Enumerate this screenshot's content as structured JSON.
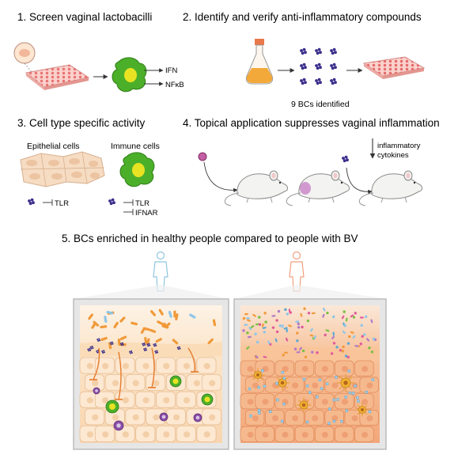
{
  "panels": {
    "p1": {
      "title": "1. Screen vaginal lactobacilli",
      "out1": "IFN",
      "out2": "NFκB"
    },
    "p2": {
      "title": "2. Identify and verify anti-inflammatory compounds",
      "caption": "9 BCs identified"
    },
    "p3": {
      "title": "3. Cell type specific activity",
      "epi": "Epithelial cells",
      "imm": "Immune cells",
      "tlr_epi": "TLR",
      "tlr_imm": "TLR",
      "ifnar": "IFNAR"
    },
    "p4": {
      "title": "4. Topical application suppresses vaginal inflammation",
      "note1": "inflammatory",
      "note2": "cytokines"
    },
    "p5": {
      "title": "5. BCs enriched in healthy people compared to people with BV"
    }
  },
  "colors": {
    "immune_cell": "#4caf2a",
    "nucleus": "#e8e322",
    "compound": "#3b2f8c",
    "plate": "#f08d8d",
    "flask_liquid": "#f2a93a",
    "epithelium": "#f6c9a8",
    "healthy_figure": "#8fc6de",
    "bv_figure": "#f2a07f",
    "inhibition": "#e67a2a"
  }
}
